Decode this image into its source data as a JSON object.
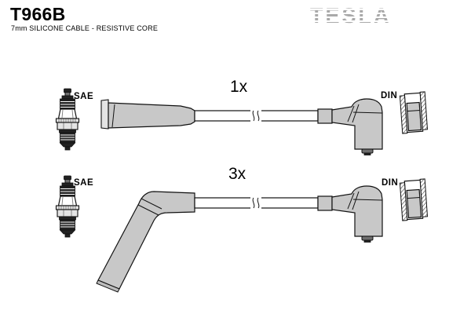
{
  "header": {
    "part_number": "T966B",
    "subtitle": "7mm SILICONE CABLE - RESISTIVE CORE",
    "brand": "TESLA"
  },
  "rows": [
    {
      "qty": "1x",
      "plug_label": "SAE",
      "connector_label": "DIN",
      "cable_style": "straight boot to 90-degree DIN connector"
    },
    {
      "qty": "3x",
      "plug_label": "SAE",
      "connector_label": "DIN",
      "cable_style": "angled boot to 90-degree DIN connector"
    }
  ],
  "colors": {
    "boot_gray": "#c8c8c8",
    "logo_gray": "#a9a9a9",
    "outline": "#111111",
    "background": "#ffffff"
  }
}
